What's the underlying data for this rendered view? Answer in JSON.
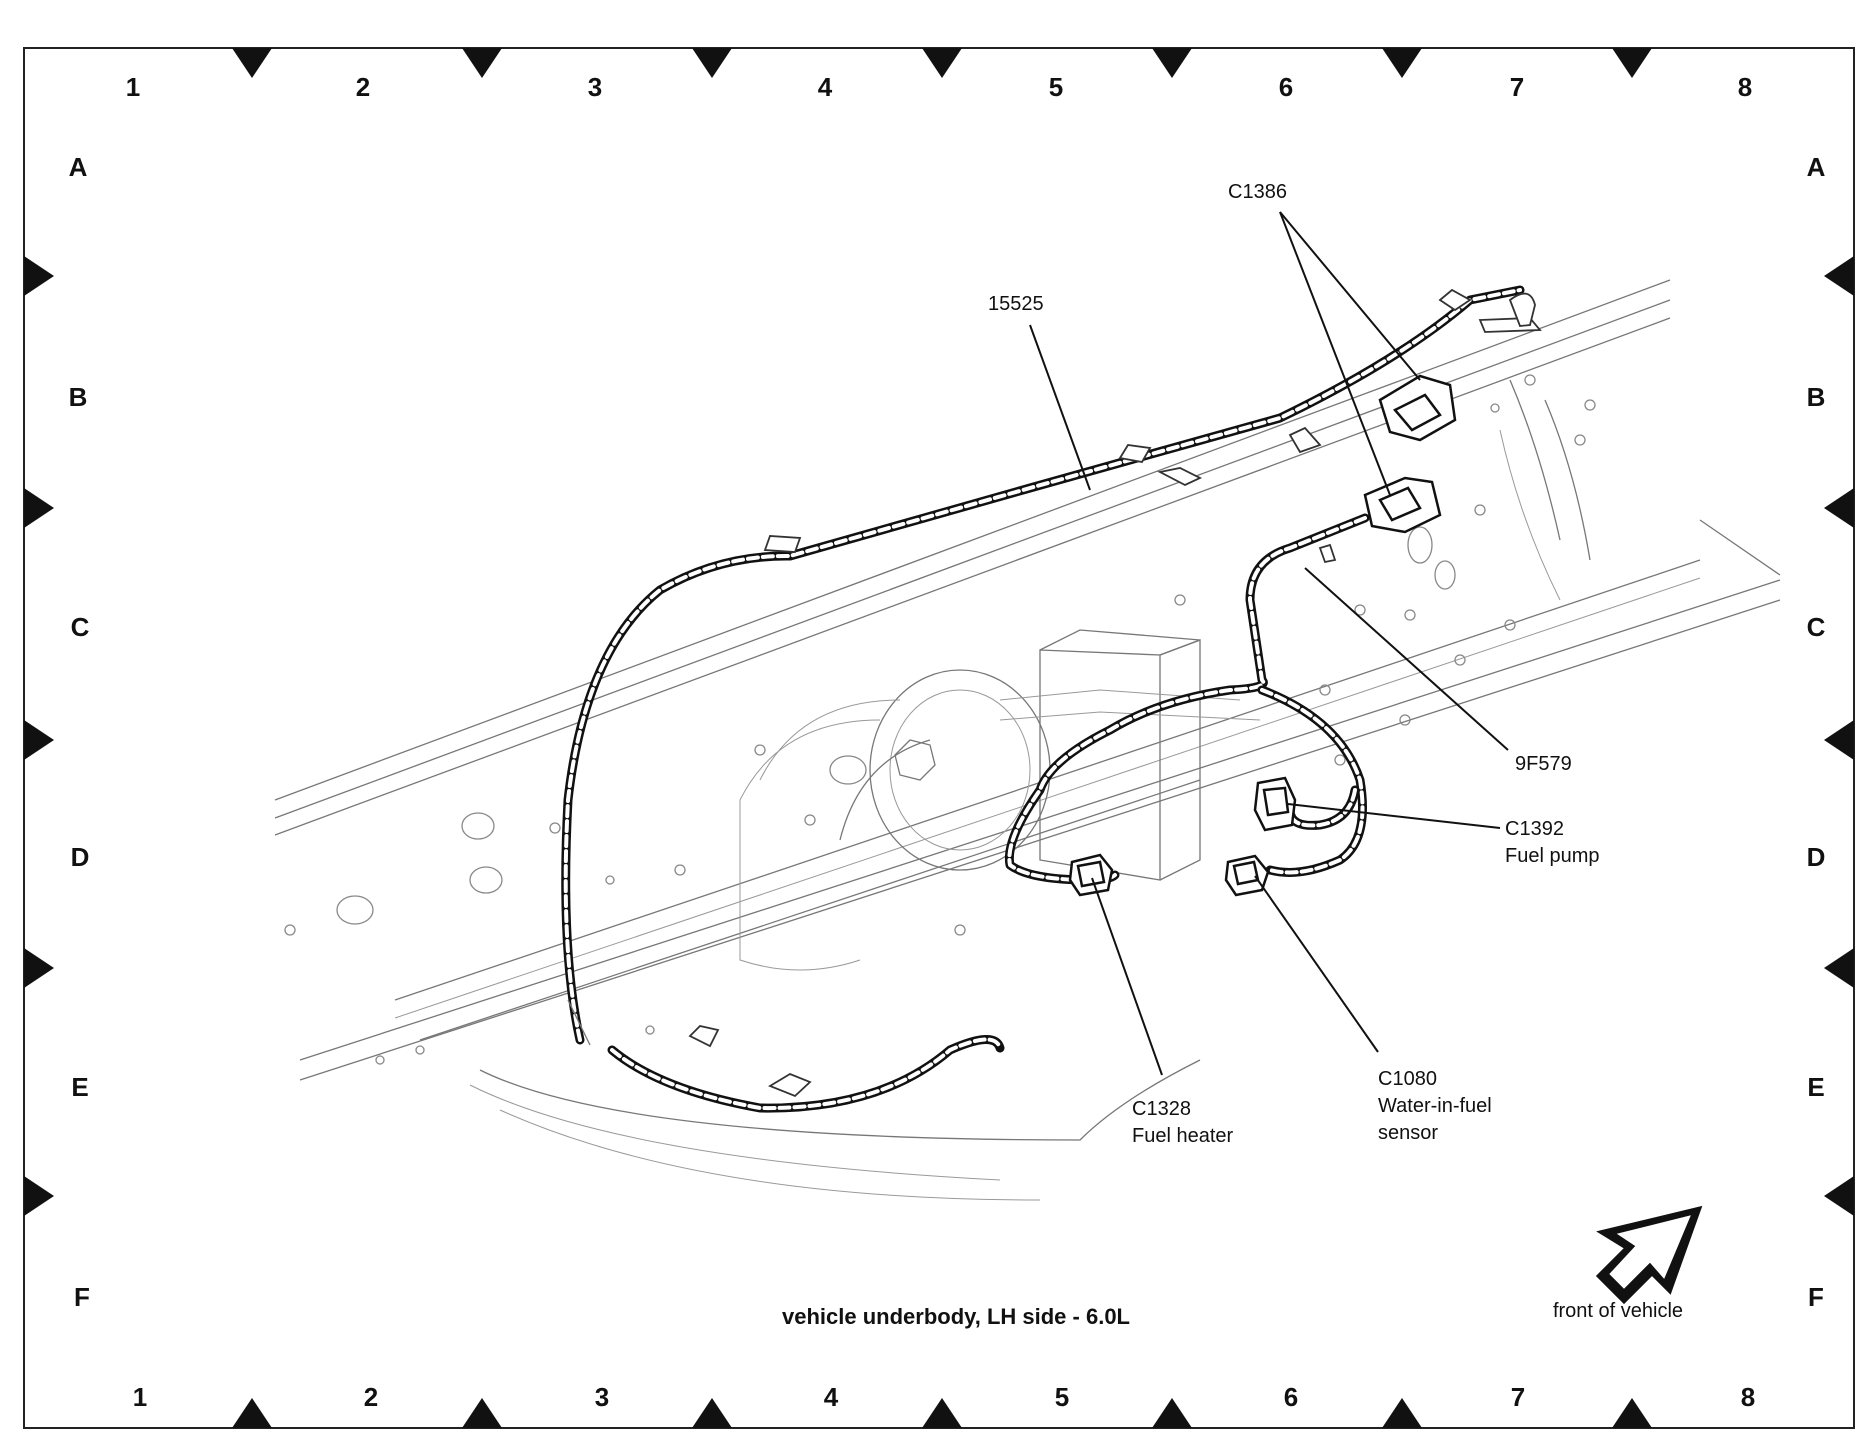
{
  "grid": {
    "columns": [
      "1",
      "2",
      "3",
      "4",
      "5",
      "6",
      "7",
      "8"
    ],
    "rows": [
      "A",
      "B",
      "C",
      "D",
      "E",
      "F"
    ]
  },
  "callouts": {
    "c1386": "C1386",
    "harness_15525": "15525",
    "harness_9f579": "9F579",
    "c1392": {
      "id": "C1392",
      "desc": "Fuel pump"
    },
    "c1328": {
      "id": "C1328",
      "desc": "Fuel heater"
    },
    "c1080": {
      "id": "C1080",
      "line2": "Water-in-fuel",
      "line3": "sensor"
    }
  },
  "caption": "vehicle underbody, LH side - 6.0L",
  "direction_label": "front of vehicle",
  "colors": {
    "ink": "#111111",
    "linework": "#777777",
    "background": "#ffffff"
  }
}
